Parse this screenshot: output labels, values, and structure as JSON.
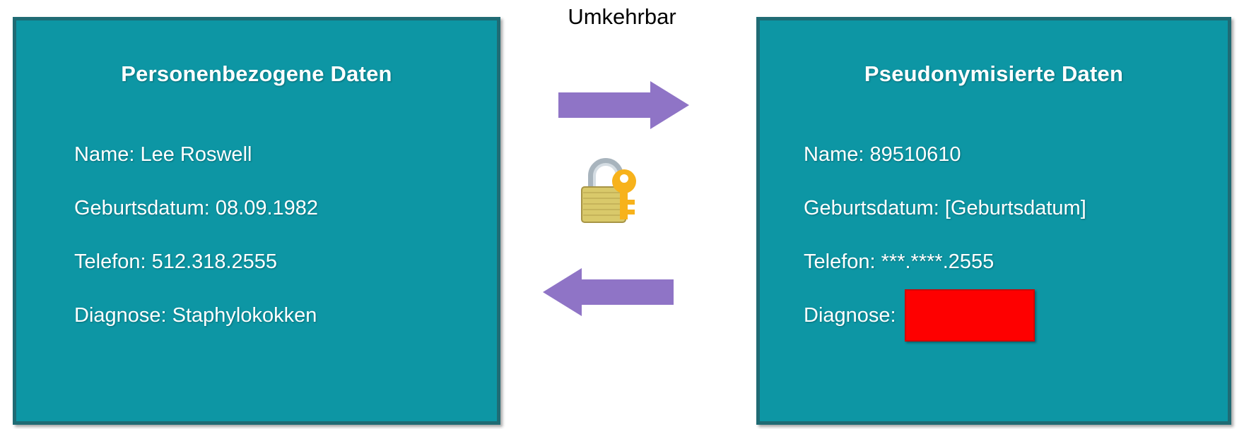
{
  "diagram": {
    "type": "pseudonymisation-flow",
    "background_color": "#ffffff",
    "panel_fill": "#0d96a4",
    "panel_border": "#1f6b74",
    "arrow_color": "#8f74c6",
    "redaction_color": "#fe0000",
    "center": {
      "label": "Umkehrbar",
      "arrow_right_name": "arrow-right",
      "arrow_left_name": "arrow-left",
      "lock_icon_name": "padlock-with-key-icon"
    },
    "left_panel": {
      "title": "Personenbezogene Daten",
      "fields": [
        {
          "label": "Name:",
          "value": " Lee Roswell",
          "redacted": false
        },
        {
          "label": "Geburtsdatum:",
          "value": " 08.09.1982",
          "redacted": false
        },
        {
          "label": "Telefon:",
          "value": " 512.318.2555",
          "redacted": false
        },
        {
          "label": "Diagnose:",
          "value": " Staphylokokken",
          "redacted": false
        }
      ]
    },
    "right_panel": {
      "title": "Pseudonymisierte Daten",
      "fields": [
        {
          "label": "Name:",
          "value": " 89510610",
          "redacted": false
        },
        {
          "label": "Geburtsdatum:",
          "value": " [Geburtsdatum]",
          "redacted": false
        },
        {
          "label": "Telefon:",
          "value": " ***.****.2555",
          "redacted": false
        },
        {
          "label": "Diagnose:",
          "value": "",
          "redacted": true
        }
      ]
    }
  }
}
